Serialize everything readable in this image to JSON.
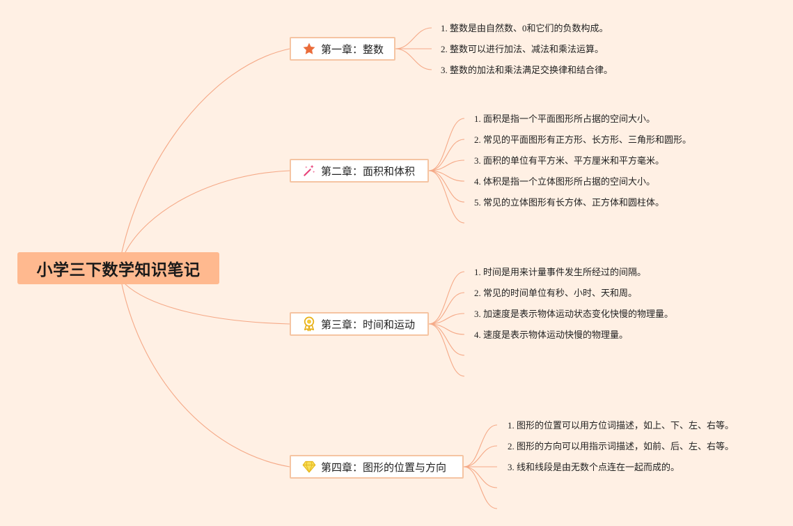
{
  "root": {
    "title": "小学三下数学知识笔记"
  },
  "chapters": [
    {
      "title": "第一章：整数",
      "icon": "star-icon",
      "points": [
        "1. 整数是由自然数、0和它们的负数构成。",
        "2. 整数可以进行加法、减法和乘法运算。",
        "3. 整数的加法和乘法满足交换律和结合律。"
      ]
    },
    {
      "title": "第二章：面积和体积",
      "icon": "magic-wand-icon",
      "points": [
        "1. 面积是指一个平面图形所占据的空间大小。",
        "2. 常见的平面图形有正方形、长方形、三角形和圆形。",
        "3. 面积的单位有平方米、平方厘米和平方毫米。",
        "4. 体积是指一个立体图形所占据的空间大小。",
        "5. 常见的立体图形有长方体、正方体和圆柱体。"
      ]
    },
    {
      "title": "第三章：时间和运动",
      "icon": "award-medal-icon",
      "points": [
        "1. 时间是用来计量事件发生所经过的间隔。",
        "2. 常见的时间单位有秒、小时、天和周。",
        "3. 加速度是表示物体运动状态变化快慢的物理量。",
        "4. 速度是表示物体运动快慢的物理量。"
      ]
    },
    {
      "title": "第四章：图形的位置与方向",
      "icon": "diamond-icon",
      "points": [
        "1. 图形的位置可以用方位词描述，如上、下、左、右等。",
        "2. 图形的方向可以用指示词描述，如前、后、左、右等。",
        "3. 线和线段是由无数个点连在一起而成的。"
      ]
    }
  ],
  "colors": {
    "background": "#fff0e4",
    "root_fill": "#ffb98f",
    "branch_line": "#f5a987",
    "node_border": "#f5c4a2"
  }
}
